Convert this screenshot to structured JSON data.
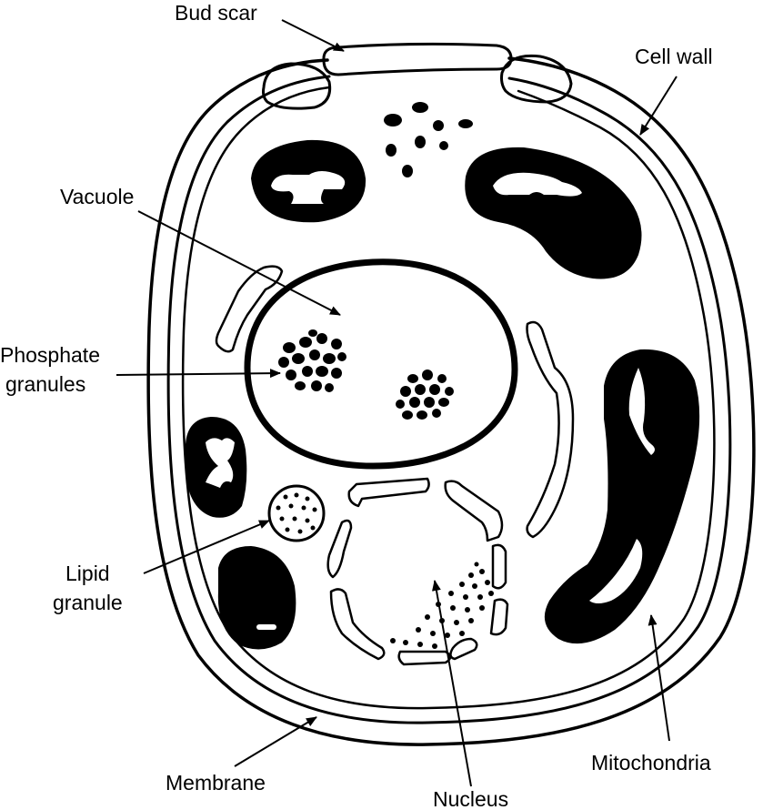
{
  "labels": {
    "bud_scar": "Bud scar",
    "cell_wall": "Cell wall",
    "vacuole": "Vacuole",
    "phosphate_line1": "Phosphate",
    "phosphate_line2": "granules",
    "lipid_line1": "Lipid",
    "lipid_line2": "granule",
    "membrane": "Membrane",
    "nucleus": "Nucleus",
    "mitochondria": "Mitochondria"
  },
  "colors": {
    "ink": "#000000",
    "paper": "#ffffff"
  }
}
